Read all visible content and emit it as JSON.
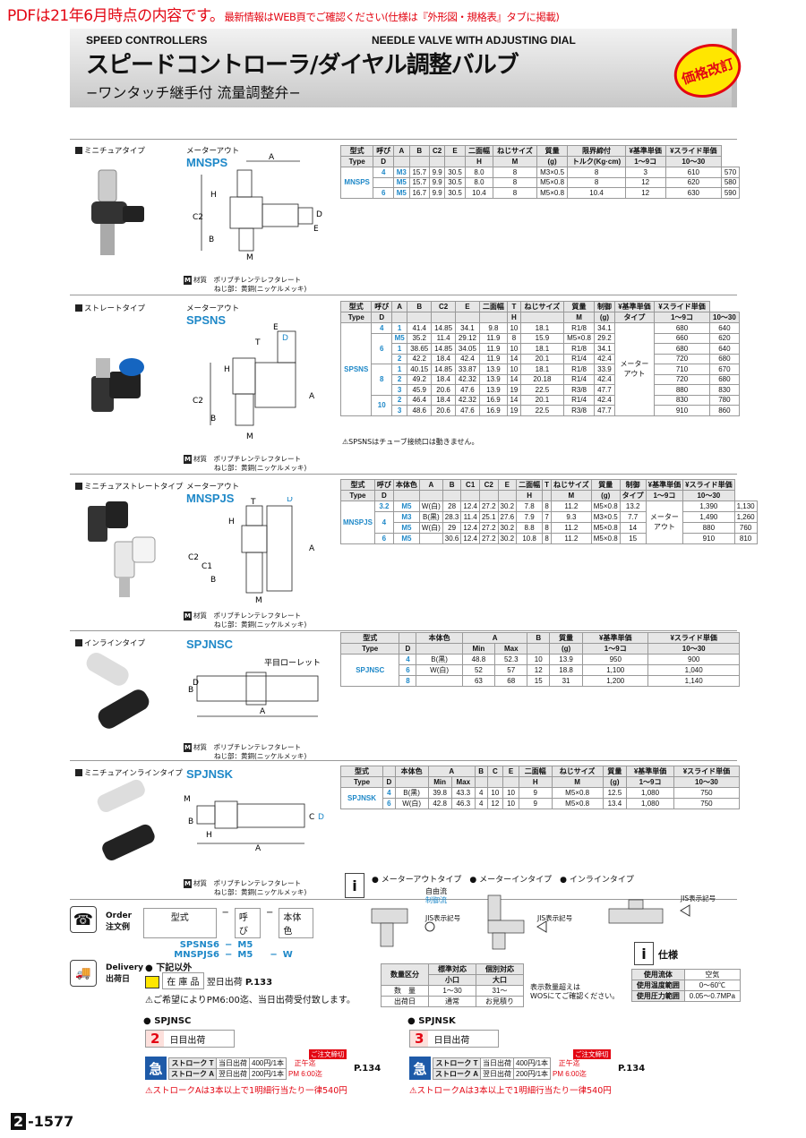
{
  "notice": {
    "main": "PDFは21年6月時点の内容です。",
    "detail": "最新情報はWEB頁でご確認ください(仕様は『外形図・規格表』タブに掲載)"
  },
  "header": {
    "eng_left": "SPEED CONTROLLERS",
    "eng_right": "NEEDLE VALVE WITH ADJUSTING DIAL",
    "title": "スピードコントローラ/ダイヤル調整バルブ",
    "subtitle": "−ワンタッチ継手付 流量調整弁−",
    "badge": "価格改訂"
  },
  "material": {
    "label": "M",
    "line1": "材質　ポリブチレンテレフタレート",
    "line2": "ねじ部：黄銅(ニッケルメッキ)"
  },
  "meter_out": "メーターアウト",
  "s1": {
    "title": "ミニチュアタイプ",
    "code": "MNSPS",
    "head1": [
      "型式",
      "呼び",
      "A",
      "B",
      "C2",
      "E",
      "二面幅",
      "ねじサイズ",
      "質量",
      "限界締付",
      "¥基準単価",
      "¥スライド単価"
    ],
    "head2": [
      "Type",
      "D",
      "",
      "",
      "",
      "",
      "H",
      "M",
      "(g)",
      "トルク(Kg·cm)",
      "1〜9コ",
      "10〜30"
    ],
    "rows": [
      [
        "M3",
        "15.7",
        "9.9",
        "30.5",
        "8.0",
        "8",
        "M3×0.5",
        "8",
        "3",
        "610",
        "570"
      ],
      [
        "M5",
        "15.7",
        "9.9",
        "30.5",
        "8.0",
        "8",
        "M5×0.8",
        "8",
        "12",
        "620",
        "580"
      ],
      [
        "M5",
        "16.7",
        "9.9",
        "30.5",
        "10.4",
        "8",
        "M5×0.8",
        "10.4",
        "12",
        "630",
        "590"
      ]
    ],
    "d": [
      "4",
      "6"
    ]
  },
  "s2": {
    "title": "ストレートタイプ",
    "code": "SPSNS",
    "note": "SPSNSはチューブ接続口は動きません。",
    "ctrl": "メーター\nアウト",
    "head1": [
      "型式",
      "呼び",
      "A",
      "B",
      "C2",
      "E",
      "二面幅",
      "T",
      "ねじサイズ",
      "質量",
      "制御",
      "¥基準単価",
      "¥スライド単価"
    ],
    "head2": [
      "Type",
      "D",
      "",
      "",
      "",
      "",
      "H",
      "",
      "M",
      "(g)",
      "タイプ",
      "1〜9コ",
      "10〜30"
    ],
    "rows": [
      [
        "4",
        "1",
        "41.4",
        "14.85",
        "34.1",
        "9.8",
        "10",
        "18.1",
        "R1/8",
        "34.1",
        "680",
        "640"
      ],
      [
        "6",
        "M5",
        "35.2",
        "11.4",
        "29.12",
        "11.9",
        "8",
        "15.9",
        "M5×0.8",
        "29.2",
        "660",
        "620"
      ],
      [
        "",
        "1",
        "38.65",
        "14.85",
        "34.05",
        "11.9",
        "10",
        "18.1",
        "R1/8",
        "34.1",
        "680",
        "640"
      ],
      [
        "",
        "2",
        "42.2",
        "18.4",
        "42.4",
        "11.9",
        "14",
        "20.1",
        "R1/4",
        "42.4",
        "720",
        "680"
      ],
      [
        "8",
        "1",
        "40.15",
        "14.85",
        "33.87",
        "13.9",
        "10",
        "18.1",
        "R1/8",
        "33.9",
        "710",
        "670"
      ],
      [
        "",
        "2",
        "49.2",
        "18.4",
        "42.32",
        "13.9",
        "14",
        "20.18",
        "R1/4",
        "42.4",
        "720",
        "680"
      ],
      [
        "",
        "3",
        "45.9",
        "20.6",
        "47.6",
        "13.9",
        "19",
        "22.5",
        "R3/8",
        "47.7",
        "880",
        "830"
      ],
      [
        "10",
        "2",
        "46.4",
        "18.4",
        "42.32",
        "16.9",
        "14",
        "20.1",
        "R1/4",
        "42.4",
        "830",
        "780"
      ],
      [
        "",
        "3",
        "48.6",
        "20.6",
        "47.6",
        "16.9",
        "19",
        "22.5",
        "R3/8",
        "47.7",
        "910",
        "860"
      ]
    ]
  },
  "s3": {
    "title": "ミニチュアストレートタイプ",
    "code": "MNSPJS",
    "ctrl": "メーター\nアウト",
    "head1": [
      "型式",
      "呼び",
      "本体色",
      "A",
      "B",
      "C1",
      "C2",
      "E",
      "二面幅",
      "T",
      "ねじサイズ",
      "質量",
      "制御",
      "¥基準単価",
      "¥スライド単価"
    ],
    "head2": [
      "Type",
      "D",
      "",
      "",
      "",
      "",
      "",
      "",
      "H",
      "",
      "M",
      "(g)",
      "タイプ",
      "1〜9コ",
      "10〜30"
    ],
    "rows": [
      [
        "3.2",
        "M5",
        "W(白)",
        "28",
        "12.4",
        "27.2",
        "30.2",
        "7.8",
        "8",
        "11.2",
        "M5×0.8",
        "13.2",
        "1,390",
        "1,130"
      ],
      [
        "4",
        "M3",
        "B(黒)",
        "28.3",
        "11.4",
        "25.1",
        "27.6",
        "7.9",
        "7",
        "9.3",
        "M3×0.5",
        "7.7",
        "1,490",
        "1,260"
      ],
      [
        "",
        "M5",
        "W(白)",
        "29",
        "12.4",
        "27.2",
        "30.2",
        "8.8",
        "8",
        "11.2",
        "M5×0.8",
        "14",
        "880",
        "760"
      ],
      [
        "6",
        "M5",
        "",
        "30.6",
        "12.4",
        "27.2",
        "30.2",
        "10.8",
        "8",
        "11.2",
        "M5×0.8",
        "15",
        "910",
        "810"
      ]
    ]
  },
  "s4": {
    "title": "インラインタイプ",
    "code": "SPJNSC",
    "knurl": "平目ローレット",
    "head1": [
      "型式",
      "本体色",
      "A",
      "B",
      "質量",
      "¥基準単価",
      "¥スライド単価"
    ],
    "head2": [
      "Type",
      "D",
      "Min",
      "Max",
      "",
      "(g)",
      "1〜9コ",
      "10〜30"
    ],
    "rows": [
      [
        "4",
        "B(黒)",
        "48.8",
        "52.3",
        "10",
        "13.9",
        "950",
        "900"
      ],
      [
        "6",
        "W(白)",
        "52",
        "57",
        "12",
        "18.8",
        "1,100",
        "1,040"
      ],
      [
        "8",
        "",
        "63",
        "68",
        "15",
        "31",
        "1,200",
        "1,140"
      ]
    ]
  },
  "s5": {
    "title": "ミニチュアインラインタイプ",
    "code": "SPJNSK",
    "head1": [
      "型式",
      "本体色",
      "A",
      "B",
      "C",
      "E",
      "二面幅",
      "ねじサイズ",
      "質量",
      "¥基準単価",
      "¥スライド単価"
    ],
    "head2": [
      "Type",
      "D",
      "Min",
      "Max",
      "",
      "",
      "",
      "H",
      "M",
      "(g)",
      "1〜9コ",
      "10〜30"
    ],
    "rows": [
      [
        "4",
        "B(黒)",
        "39.8",
        "43.3",
        "4",
        "10",
        "10",
        "9",
        "M5×0.8",
        "12.5",
        "1,080",
        "750"
      ],
      [
        "6",
        "W(白)",
        "42.8",
        "46.3",
        "4",
        "12",
        "10",
        "9",
        "M5×0.8",
        "13.4",
        "1,080",
        "750"
      ]
    ]
  },
  "order": {
    "label": "Order",
    "label_jp": "注文例",
    "h1": "型式",
    "h2": "呼び",
    "h3": "本体色",
    "r1": [
      "SPSNS6",
      "M5",
      ""
    ],
    "r2": [
      "MNSPJS6",
      "M5",
      "W"
    ]
  },
  "delivery": {
    "label": "Delivery",
    "label_jp": "出荷日",
    "except": "下記以外",
    "stock": "在 庫 品",
    "next": "翌日出荷",
    "page": "P.133",
    "note": "ご希望によりPM6:00迄、当日出荷受付致します。"
  },
  "types": {
    "t1": "メーターアウトタイプ",
    "t2": "メーターインタイプ",
    "t3": "インラインタイプ",
    "free": "自由流",
    "ctrl": "制御流",
    "jis": "JIS表示記号"
  },
  "qty": {
    "h": [
      "数量区分",
      "標準対応",
      "個別対応"
    ],
    "h2": [
      "",
      "小口",
      "大口"
    ],
    "r1": [
      "数　量",
      "1〜30",
      "31〜"
    ],
    "r2": [
      "出荷日",
      "通常",
      "お見積り"
    ],
    "note": "表示数量超えは\nWOSにてご確認ください。"
  },
  "spec": {
    "title": "仕様",
    "rows": [
      [
        "使用流体",
        "空気"
      ],
      [
        "使用温度範囲",
        "0〜60℃"
      ],
      [
        "使用圧力範囲",
        "0.05〜0.7MPa"
      ]
    ]
  },
  "d1": {
    "name": "SPJNSC",
    "day": "2",
    "days": "日目出荷",
    "cut": "ご注文締切",
    "r1": [
      "ストローク T",
      "当日出荷",
      "400円/1本",
      "正午迄"
    ],
    "r2": [
      "ストローク A",
      "翌日出荷",
      "200円/1本",
      "PM 6:00迄"
    ],
    "page": "P.134",
    "note": "ストロークAは3本以上で1明細行当たり一律540円"
  },
  "d2": {
    "name": "SPJNSK",
    "day": "3",
    "days": "日目出荷",
    "cut": "ご注文締切",
    "r1": [
      "ストローク T",
      "当日出荷",
      "400円/1本",
      "正午迄"
    ],
    "r2": [
      "ストローク A",
      "翌日出荷",
      "200円/1本",
      "PM 6:00迄"
    ],
    "page": "P.134",
    "note": "ストロークAは3本以上で1明細行当たり一律540円"
  },
  "page": {
    "section": "2",
    "num": "-1577"
  }
}
